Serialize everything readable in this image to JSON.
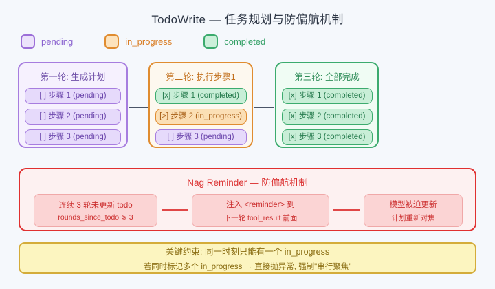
{
  "title": "TodoWrite — 任务规划与防偏航机制",
  "legend": {
    "items": [
      {
        "key": "pending",
        "label": "pending",
        "color": "#9c6fd8"
      },
      {
        "key": "in_progress",
        "label": "in_progress",
        "color": "#e08c30"
      },
      {
        "key": "completed",
        "label": "completed",
        "color": "#3cab6e"
      }
    ]
  },
  "rounds": [
    {
      "title": "第一轮: 生成计划",
      "items": [
        {
          "label": "[ ] 步骤 1 (pending)",
          "state": "pending"
        },
        {
          "label": "[ ] 步骤 2 (pending)",
          "state": "pending"
        },
        {
          "label": "[ ] 步骤 3 (pending)",
          "state": "pending"
        }
      ]
    },
    {
      "title": "第二轮: 执行步骤1",
      "items": [
        {
          "label": "[x] 步骤 1 (completed)",
          "state": "completed"
        },
        {
          "label": "[>] 步骤 2 (in_progress)",
          "state": "in_progress"
        },
        {
          "label": "[ ] 步骤 3 (pending)",
          "state": "pending"
        }
      ]
    },
    {
      "title": "第三轮: 全部完成",
      "items": [
        {
          "label": "[x] 步骤 1 (completed)",
          "state": "completed"
        },
        {
          "label": "[x] 步骤 2 (completed)",
          "state": "completed"
        },
        {
          "label": "[x] 步骤 3 (completed)",
          "state": "completed"
        }
      ]
    }
  ],
  "nag": {
    "title": "Nag Reminder — 防偏航机制",
    "color": "#e03030",
    "steps": [
      {
        "line1": "连续 3 轮未更新 todo",
        "line2": "rounds_since_todo ⩾ 3"
      },
      {
        "line1": "注入 <reminder> 到",
        "line2": "下一轮 tool_result 前面"
      },
      {
        "line1": "模型被迫更新",
        "line2": "计划重新对焦"
      }
    ]
  },
  "banner": {
    "line1": "关键约束: 同一时刻只能有一个 in_progress",
    "line2": "若同时标记多个 in_progress → 直接抛异常, 强制\"串行聚焦\"",
    "color": "#d4ac3a"
  }
}
